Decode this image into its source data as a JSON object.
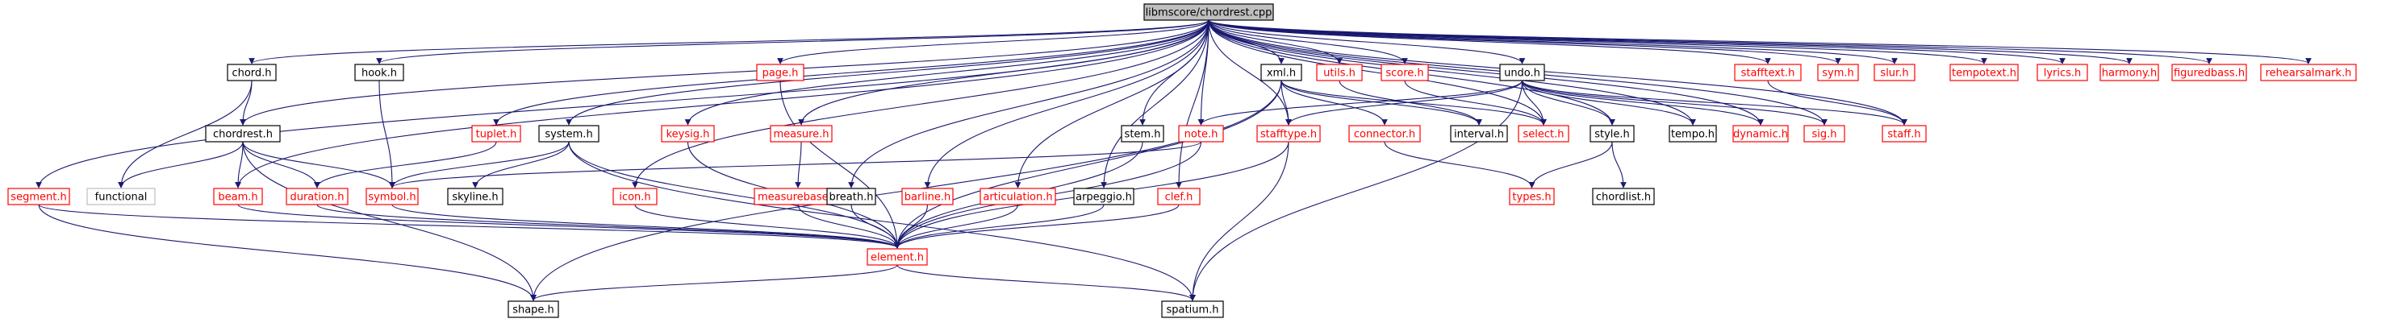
{
  "diagram": {
    "colors": {
      "edge": "#191970",
      "root_fill": "#bfbfbf",
      "border_documented": "#000000",
      "border_undocumented": "#ff0000",
      "border_external": "#bfbfbf",
      "text": "#000000",
      "text_undocumented": "#ff0000"
    },
    "nodes": [
      {
        "id": "root",
        "label": "libmscore/chordrest.cpp",
        "kind": "root"
      },
      {
        "id": "chord_h",
        "label": "chord.h",
        "kind": "documented"
      },
      {
        "id": "hook_h",
        "label": "hook.h",
        "kind": "documented"
      },
      {
        "id": "page_h",
        "label": "page.h",
        "kind": "undocumented"
      },
      {
        "id": "xml_h",
        "label": "xml.h",
        "kind": "documented"
      },
      {
        "id": "utils_h",
        "label": "utils.h",
        "kind": "undocumented"
      },
      {
        "id": "score_h",
        "label": "score.h",
        "kind": "undocumented"
      },
      {
        "id": "undo_h",
        "label": "undo.h",
        "kind": "documented"
      },
      {
        "id": "stafftext_h",
        "label": "stafftext.h",
        "kind": "undocumented"
      },
      {
        "id": "sym_h",
        "label": "sym.h",
        "kind": "undocumented"
      },
      {
        "id": "slur_h",
        "label": "slur.h",
        "kind": "undocumented"
      },
      {
        "id": "tempotext_h",
        "label": "tempotext.h",
        "kind": "undocumented"
      },
      {
        "id": "lyrics_h",
        "label": "lyrics.h",
        "kind": "undocumented"
      },
      {
        "id": "harmony_h",
        "label": "harmony.h",
        "kind": "undocumented"
      },
      {
        "id": "figuredbass_h",
        "label": "figuredbass.h",
        "kind": "undocumented"
      },
      {
        "id": "rehearsalmark_h",
        "label": "rehearsalmark.h",
        "kind": "undocumented"
      },
      {
        "id": "chordrest_h",
        "label": "chordrest.h",
        "kind": "documented"
      },
      {
        "id": "tuplet_h",
        "label": "tuplet.h",
        "kind": "undocumented"
      },
      {
        "id": "system_h",
        "label": "system.h",
        "kind": "documented"
      },
      {
        "id": "keysig_h",
        "label": "keysig.h",
        "kind": "undocumented"
      },
      {
        "id": "measure_h",
        "label": "measure.h",
        "kind": "undocumented"
      },
      {
        "id": "stem_h",
        "label": "stem.h",
        "kind": "documented"
      },
      {
        "id": "note_h",
        "label": "note.h",
        "kind": "undocumented"
      },
      {
        "id": "stafftype_h",
        "label": "stafftype.h",
        "kind": "undocumented"
      },
      {
        "id": "connector_h",
        "label": "connector.h",
        "kind": "undocumented"
      },
      {
        "id": "interval_h",
        "label": "interval.h",
        "kind": "documented"
      },
      {
        "id": "select_h",
        "label": "select.h",
        "kind": "undocumented"
      },
      {
        "id": "style_h",
        "label": "style.h",
        "kind": "documented"
      },
      {
        "id": "tempo_h",
        "label": "tempo.h",
        "kind": "documented"
      },
      {
        "id": "dynamic_h",
        "label": "dynamic.h",
        "kind": "undocumented"
      },
      {
        "id": "sig_h",
        "label": "sig.h",
        "kind": "undocumented"
      },
      {
        "id": "staff_h",
        "label": "staff.h",
        "kind": "undocumented"
      },
      {
        "id": "segment_h",
        "label": "segment.h",
        "kind": "undocumented"
      },
      {
        "id": "functional",
        "label": "functional",
        "kind": "external"
      },
      {
        "id": "beam_h",
        "label": "beam.h",
        "kind": "undocumented"
      },
      {
        "id": "duration_h",
        "label": "duration.h",
        "kind": "undocumented"
      },
      {
        "id": "symbol_h",
        "label": "symbol.h",
        "kind": "undocumented"
      },
      {
        "id": "skyline_h",
        "label": "skyline.h",
        "kind": "documented"
      },
      {
        "id": "icon_h",
        "label": "icon.h",
        "kind": "undocumented"
      },
      {
        "id": "measurebase_h",
        "label": "measurebase.h",
        "kind": "undocumented"
      },
      {
        "id": "breath_h",
        "label": "breath.h",
        "kind": "documented"
      },
      {
        "id": "barline_h",
        "label": "barline.h",
        "kind": "undocumented"
      },
      {
        "id": "articulation_h",
        "label": "articulation.h",
        "kind": "undocumented"
      },
      {
        "id": "arpeggio_h",
        "label": "arpeggio.h",
        "kind": "documented"
      },
      {
        "id": "clef_h",
        "label": "clef.h",
        "kind": "undocumented"
      },
      {
        "id": "types_h",
        "label": "types.h",
        "kind": "undocumented"
      },
      {
        "id": "chordlist_h",
        "label": "chordlist.h",
        "kind": "documented"
      },
      {
        "id": "element_h",
        "label": "element.h",
        "kind": "undocumented"
      },
      {
        "id": "shape_h",
        "label": "shape.h",
        "kind": "documented"
      },
      {
        "id": "spatium_h",
        "label": "spatium.h",
        "kind": "documented"
      }
    ],
    "edges": [
      [
        "root",
        "chord_h"
      ],
      [
        "root",
        "hook_h"
      ],
      [
        "root",
        "page_h"
      ],
      [
        "root",
        "xml_h"
      ],
      [
        "root",
        "utils_h"
      ],
      [
        "root",
        "score_h"
      ],
      [
        "root",
        "undo_h"
      ],
      [
        "root",
        "stafftext_h"
      ],
      [
        "root",
        "sym_h"
      ],
      [
        "root",
        "slur_h"
      ],
      [
        "root",
        "tempotext_h"
      ],
      [
        "root",
        "lyrics_h"
      ],
      [
        "root",
        "harmony_h"
      ],
      [
        "root",
        "figuredbass_h"
      ],
      [
        "root",
        "rehearsalmark_h"
      ],
      [
        "root",
        "chordrest_h"
      ],
      [
        "root",
        "segment_h"
      ],
      [
        "root",
        "tuplet_h"
      ],
      [
        "root",
        "system_h"
      ],
      [
        "root",
        "icon_h"
      ],
      [
        "root",
        "keysig_h"
      ],
      [
        "root",
        "measure_h"
      ],
      [
        "root",
        "breath_h"
      ],
      [
        "root",
        "barline_h"
      ],
      [
        "root",
        "articulation_h"
      ],
      [
        "root",
        "arpeggio_h"
      ],
      [
        "root",
        "stem_h"
      ],
      [
        "root",
        "note_h"
      ],
      [
        "root",
        "clef_h"
      ],
      [
        "root",
        "stafftype_h"
      ],
      [
        "root",
        "beam_h"
      ],
      [
        "root",
        "style_h"
      ],
      [
        "root",
        "tempo_h"
      ],
      [
        "root",
        "dynamic_h"
      ],
      [
        "root",
        "sig_h"
      ],
      [
        "root",
        "staff_h"
      ],
      [
        "root",
        "select_h"
      ],
      [
        "chord_h",
        "chordrest_h"
      ],
      [
        "chord_h",
        "functional"
      ],
      [
        "hook_h",
        "symbol_h"
      ],
      [
        "page_h",
        "element_h"
      ],
      [
        "xml_h",
        "stafftype_h"
      ],
      [
        "xml_h",
        "connector_h"
      ],
      [
        "xml_h",
        "interval_h"
      ],
      [
        "xml_h",
        "select_h"
      ],
      [
        "xml_h",
        "element_h"
      ],
      [
        "xml_h",
        "shape_h"
      ],
      [
        "utils_h",
        "interval_h"
      ],
      [
        "score_h",
        "select_h"
      ],
      [
        "undo_h",
        "note_h"
      ],
      [
        "undo_h",
        "stafftype_h"
      ],
      [
        "undo_h",
        "select_h"
      ],
      [
        "undo_h",
        "style_h"
      ],
      [
        "undo_h",
        "tempo_h"
      ],
      [
        "undo_h",
        "dynamic_h"
      ],
      [
        "undo_h",
        "sig_h"
      ],
      [
        "undo_h",
        "staff_h"
      ],
      [
        "undo_h",
        "spatium_h"
      ],
      [
        "stafftext_h",
        "staff_h"
      ],
      [
        "chordrest_h",
        "functional"
      ],
      [
        "chordrest_h",
        "beam_h"
      ],
      [
        "chordrest_h",
        "duration_h"
      ],
      [
        "chordrest_h",
        "symbol_h"
      ],
      [
        "chordrest_h",
        "shape_h"
      ],
      [
        "tuplet_h",
        "duration_h"
      ],
      [
        "system_h",
        "symbol_h"
      ],
      [
        "system_h",
        "skyline_h"
      ],
      [
        "system_h",
        "element_h"
      ],
      [
        "system_h",
        "spatium_h"
      ],
      [
        "keysig_h",
        "element_h"
      ],
      [
        "measure_h",
        "measurebase_h"
      ],
      [
        "stem_h",
        "element_h"
      ],
      [
        "note_h",
        "symbol_h"
      ],
      [
        "note_h",
        "element_h"
      ],
      [
        "stafftype_h",
        "element_h"
      ],
      [
        "stafftype_h",
        "spatium_h"
      ],
      [
        "connector_h",
        "types_h"
      ],
      [
        "style_h",
        "types_h"
      ],
      [
        "style_h",
        "chordlist_h"
      ],
      [
        "segment_h",
        "element_h"
      ],
      [
        "segment_h",
        "shape_h"
      ],
      [
        "beam_h",
        "element_h"
      ],
      [
        "duration_h",
        "element_h"
      ],
      [
        "symbol_h",
        "element_h"
      ],
      [
        "icon_h",
        "element_h"
      ],
      [
        "measurebase_h",
        "element_h"
      ],
      [
        "breath_h",
        "element_h"
      ],
      [
        "barline_h",
        "element_h"
      ],
      [
        "articulation_h",
        "element_h"
      ],
      [
        "arpeggio_h",
        "element_h"
      ],
      [
        "clef_h",
        "element_h"
      ],
      [
        "element_h",
        "shape_h"
      ],
      [
        "element_h",
        "spatium_h"
      ]
    ]
  }
}
